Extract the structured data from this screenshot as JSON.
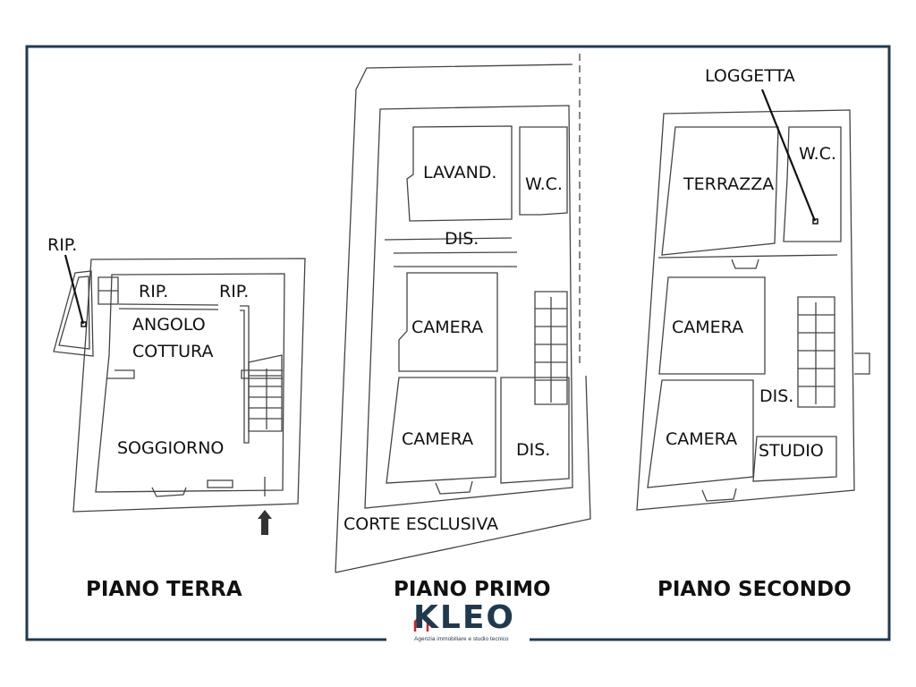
{
  "frame_color": "#1f3a4f",
  "floors": {
    "terra": {
      "title": "PIANO TERRA",
      "rooms": [
        "RIP.",
        "RIP.",
        "RIP.",
        "ANGOLO",
        "COTTURA",
        "SOGGIORNO"
      ]
    },
    "primo": {
      "title": "PIANO PRIMO",
      "rooms": [
        "LAVAND.",
        "W.C.",
        "DIS.",
        "CAMERA",
        "CAMERA",
        "DIS.",
        "CORTE ESCLUSIVA"
      ]
    },
    "secondo": {
      "title": "PIANO SECONDO",
      "rooms": [
        "LOGGETTA",
        "W.C.",
        "TERRAZZA",
        "CAMERA",
        "DIS.",
        "CAMERA",
        "STUDIO"
      ]
    }
  },
  "logo": {
    "name": "KLEO",
    "tagline": "Agenzia immobiliare e studio tecnico",
    "accent": "#d0212b"
  }
}
